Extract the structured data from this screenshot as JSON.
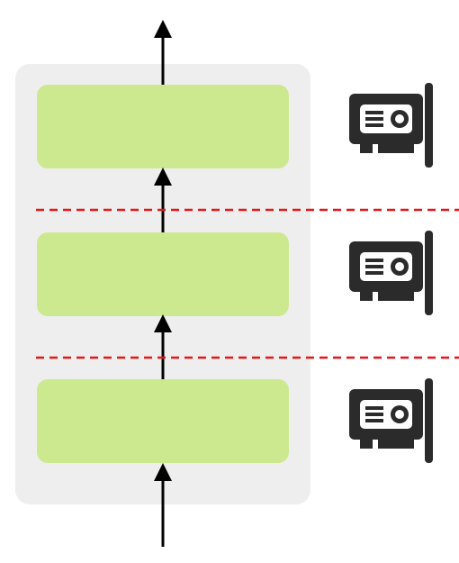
{
  "diagram": {
    "layers": [
      {
        "id": "layer-1"
      },
      {
        "id": "layer-2"
      },
      {
        "id": "layer-3"
      }
    ],
    "devices": [
      {
        "icon": "gpu-card-icon"
      },
      {
        "icon": "gpu-card-icon"
      },
      {
        "icon": "gpu-card-icon"
      }
    ],
    "colors": {
      "container": "#eeeeee",
      "layer": "#cde98f",
      "arrow": "#000000",
      "partition_line": "#e3161b",
      "gpu_icon": "#2b2b2b"
    }
  }
}
